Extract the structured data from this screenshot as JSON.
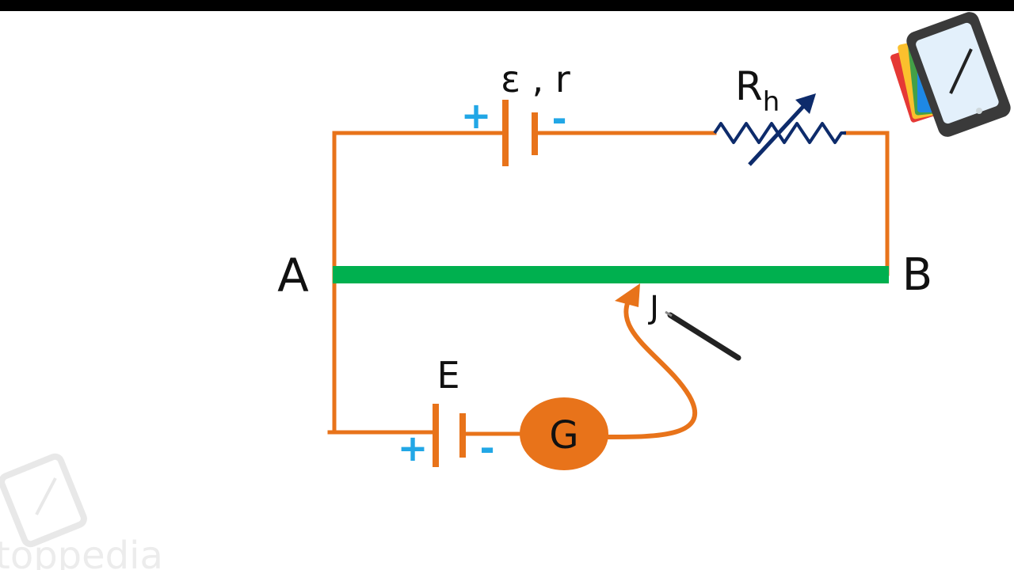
{
  "diagram": {
    "labels": {
      "point_a": "A",
      "point_b": "B",
      "jockey": "J",
      "driver_cell": "ε , r",
      "rheostat_main": "R",
      "rheostat_sub": "h",
      "test_cell": "E",
      "galvanometer": "G",
      "plus": "+",
      "minus": "-"
    },
    "watermark_text": "toppedia"
  },
  "colors": {
    "wire": "#e8731a",
    "meter_wire": "#00b04f",
    "polarity": "#22a7e6",
    "rheostat": "#0d2b6b",
    "text": "#111111",
    "top_bar": "#000000"
  },
  "icons": {
    "logo": "tablet-pen-logo-icon",
    "watermark": "tablet-watermark-icon",
    "pen_cursor": "pen-cursor-icon"
  }
}
